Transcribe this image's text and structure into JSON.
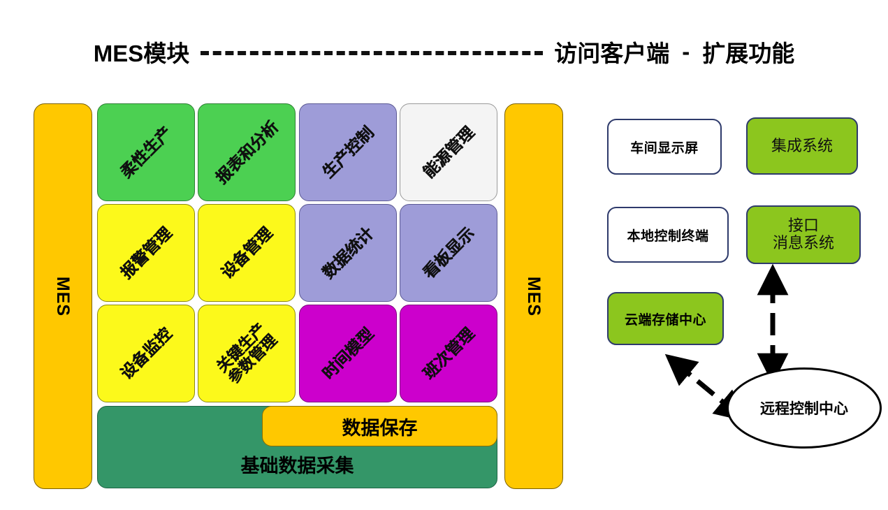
{
  "header": {
    "left_title": "MES模块",
    "dash_icon": "dashed-line",
    "middle_title": "访问客户端",
    "separator": "-",
    "right_title": "扩展功能"
  },
  "diagram": {
    "side_bar_left_label": "MES",
    "side_bar_right_label": "MES",
    "cells": [
      {
        "label": "柔性生产",
        "color": "#4CD052",
        "style": "c-green",
        "row": 0,
        "col": 0
      },
      {
        "label": "报表和分析",
        "color": "#4CD052",
        "style": "c-green",
        "row": 0,
        "col": 1
      },
      {
        "label": "生产控制",
        "color": "#9E9CD8",
        "style": "c-lav",
        "row": 0,
        "col": 2
      },
      {
        "label": "能源管理",
        "color": "#F4F4F4",
        "style": "c-white",
        "row": 0,
        "col": 3
      },
      {
        "label": "报警管理",
        "color": "#FCF91B",
        "style": "c-yellow",
        "row": 1,
        "col": 0
      },
      {
        "label": "设备管理",
        "color": "#FCF91B",
        "style": "c-yellow",
        "row": 1,
        "col": 1
      },
      {
        "label": "数据统计",
        "color": "#9E9CD8",
        "style": "c-lav",
        "row": 1,
        "col": 2
      },
      {
        "label": "看板显示",
        "color": "#9E9CD8",
        "style": "c-lav",
        "row": 1,
        "col": 3
      },
      {
        "label": "设备监控",
        "color": "#FCF91B",
        "style": "c-yellow",
        "row": 2,
        "col": 0
      },
      {
        "label": "关键生产\n参数管理",
        "color": "#FCF91B",
        "style": "c-yellow",
        "row": 2,
        "col": 1,
        "two_line": true
      },
      {
        "label": "时间模型",
        "color": "#CC00CC",
        "style": "c-mag",
        "row": 2,
        "col": 2
      },
      {
        "label": "班次管理",
        "color": "#CC00CC",
        "style": "c-mag",
        "row": 2,
        "col": 3
      }
    ],
    "bars": [
      {
        "label": "数据保存",
        "color": "#FFC800",
        "style": "c-orange",
        "name": "data-storage-bar"
      },
      {
        "label": "基础数据采集",
        "color": "#349668",
        "style": "c-teal",
        "name": "data-collection-bar"
      }
    ]
  },
  "panel": {
    "clients": [
      {
        "label": "车间显示屏",
        "kind": "outline"
      },
      {
        "label": "本地控制终端",
        "kind": "outline"
      },
      {
        "label": "云端存储中心",
        "kind": "greenbx"
      }
    ],
    "extensions": [
      {
        "label": "集成系统",
        "kind": "greenbx"
      },
      {
        "label": "接口\n消息系统",
        "kind": "greenbx"
      }
    ],
    "remote_center": "远程控制中心",
    "arrow_vertical_icon": "double-arrow-vertical-dashed",
    "arrow_diagonal_icon": "double-arrow-diagonal-dashed"
  },
  "colors": {
    "orange": "#FFC800",
    "green": "#4CD052",
    "yellow": "#FCF91B",
    "lavender": "#9E9CD8",
    "white_cell": "#F4F4F4",
    "magenta": "#CC00CC",
    "teal": "#349668",
    "panel_green": "#8CC61E",
    "panel_border": "#2E3A6B"
  }
}
